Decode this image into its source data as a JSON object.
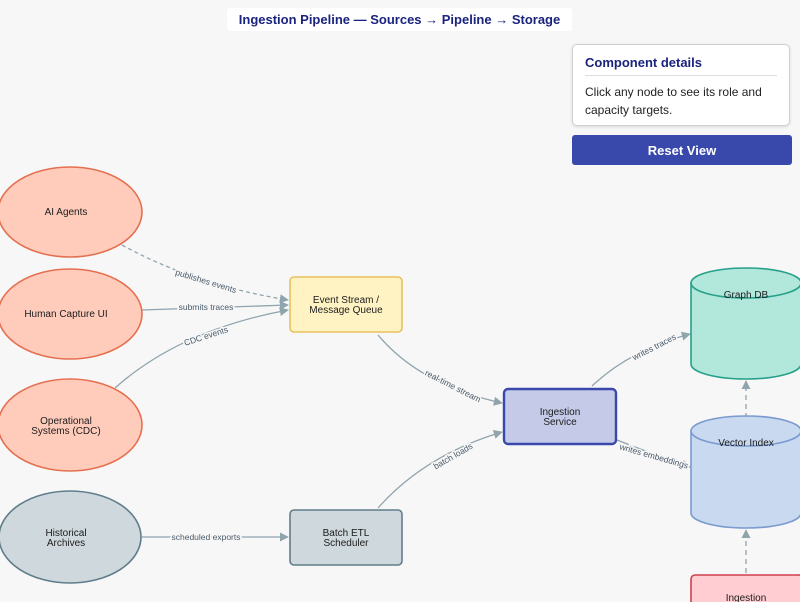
{
  "title": "Ingestion Pipeline — Sources → Pipeline → Storage",
  "details_panel": {
    "heading": "Component details",
    "body": "Click any node to see its role and capacity targets."
  },
  "reset_button": {
    "label": "Reset View"
  },
  "nodes": {
    "ai_agents": {
      "label": "AI Agents"
    },
    "human_capture": {
      "label": "Human Capture UI"
    },
    "operational_systems": {
      "line1": "Operational",
      "line2": "Systems (CDC)"
    },
    "historical_archives": {
      "line1": "Historical",
      "line2": "Archives"
    },
    "event_stream": {
      "line1": "Event Stream /",
      "line2": "Message Queue"
    },
    "batch_etl": {
      "line1": "Batch ETL",
      "line2": "Scheduler"
    },
    "ingestion_service": {
      "line1": "Ingestion",
      "line2": "Service"
    },
    "graph_db": {
      "label": "Graph DB"
    },
    "vector_index": {
      "label": "Vector Index"
    },
    "ingestion_partial": {
      "label": "Ingestion"
    }
  },
  "edges": {
    "publishes_events": "publishes events",
    "submits_traces": "submits traces",
    "cdc_events": "CDC events",
    "scheduled_exports": "scheduled exports",
    "real_time_stream": "real-time stream",
    "batch_loads": "batch loads",
    "writes_traces": "writes traces",
    "writes_embeddings": "writes embeddings"
  },
  "colors": {
    "source": "#ffccbc",
    "source_stroke": "#e57050",
    "archive": "#cfd8dc",
    "archive_stroke": "#607d8b",
    "queue": "#fff3c4",
    "queue_stroke": "#e8c15e",
    "batch": "#cfd8dc",
    "service": "#c5cae9",
    "service_stroke": "#3949ab",
    "graph_db": "#b2e8dc",
    "graph_db_stroke": "#26a08a",
    "vector": "#c9d9f0",
    "vector_stroke": "#7a9ad0",
    "partial": "#ffcdd2",
    "partial_stroke": "#d04050",
    "edge": "#90a4ae",
    "accent": "#3949ab",
    "title": "#1a237e"
  }
}
